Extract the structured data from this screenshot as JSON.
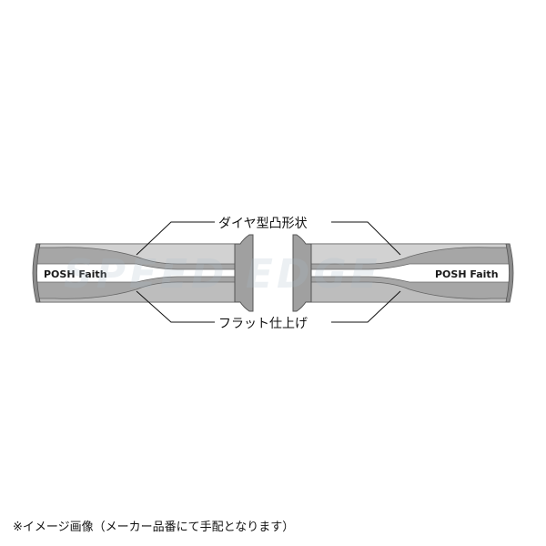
{
  "labels": {
    "top": "ダイヤ型凸形状",
    "bottom": "フラット仕上げ"
  },
  "brand": "POSH Faith",
  "watermark": "SPEED EDGE",
  "note": "※イメージ画像（メーカー品番にて手配となります）",
  "colors": {
    "outline": "#555555",
    "grip_light": "#c8c8c8",
    "grip_dark": "#9a9a9a",
    "flange": "#a0a0a0",
    "center_band": "#ffffff"
  }
}
